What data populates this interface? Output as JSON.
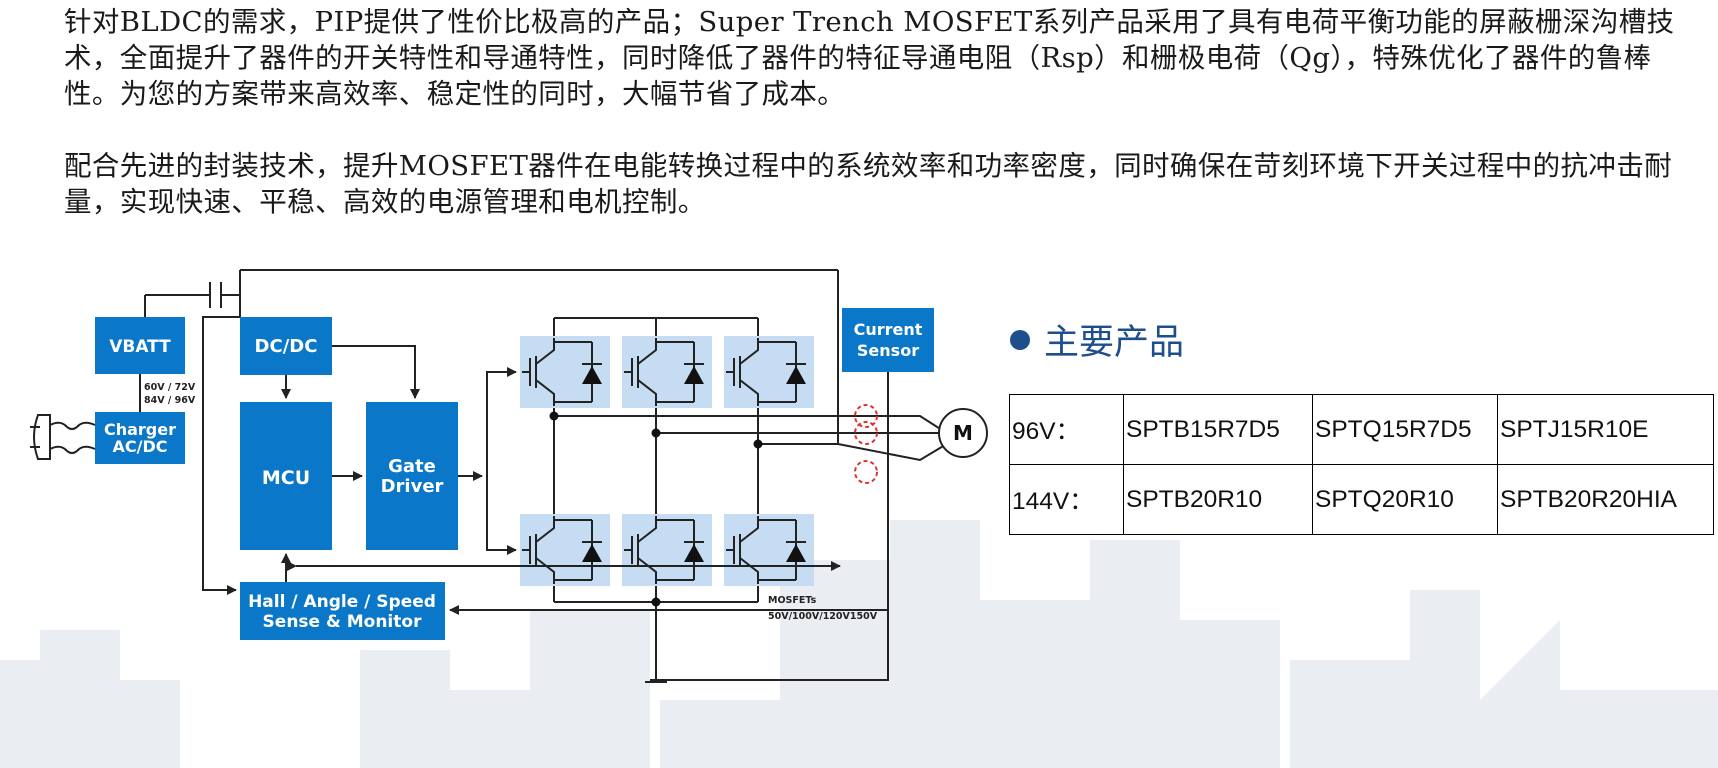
{
  "intro": {
    "paragraph1": "针对BLDC的需求，PIP提供了性价比极高的产品；Super Trench  MOSFET系列产品采用了具有电荷平衡功能的屏蔽栅深沟槽技术，全面提升了器件的开关特性和导通特性，同时降低了器件的特征导通电阻（Rsp）和栅极电荷（Qg），特殊优化了器件的鲁棒性。为您的方案带来高效率、稳定性的同时，大幅节省了成本。",
    "paragraph2": "配合先进的封装技术，提升MOSFET器件在电能转换过程中的系统效率和功率密度，同时确保在苛刻环境下开关过程中的抗冲击耐量，实现快速、平稳、高效的电源管理和电机控制。"
  },
  "diagram": {
    "blocks": {
      "vbatt": "VBATT",
      "dcdc": "DC/DC",
      "mcu": "MCU",
      "gate_driver_line1": "Gate",
      "gate_driver_line2": "Driver",
      "charger_line1": "Charger",
      "charger_line2": "AC/DC",
      "current_sensor_line1": "Current",
      "current_sensor_line2": "Sensor",
      "hall_line1": "Hall / Angle / Speed",
      "hall_line2": "Sense & Monitor"
    },
    "motor_label": "M",
    "battery_voltage_line1": "60V / 72V",
    "battery_voltage_line2": "84V / 96V",
    "mosfet_label": "MOSFETs",
    "mosfet_voltages": "50V/100V/120V150V",
    "colors": {
      "block_blue": "#0a77c9",
      "mosfet_bg": "#c5dcf2",
      "wire": "#222222",
      "sensor_circle": "#e03030"
    }
  },
  "products": {
    "title": "主要产品",
    "bullet_color": "#1f4e8c",
    "rows": [
      {
        "voltage": "96V：",
        "parts": [
          "SPTB15R7D5",
          "SPTQ15R7D5",
          "SPTJ15R10E"
        ]
      },
      {
        "voltage": "144V：",
        "parts": [
          "SPTB20R10",
          "SPTQ20R10",
          "SPTB20R20HIA"
        ]
      }
    ]
  }
}
